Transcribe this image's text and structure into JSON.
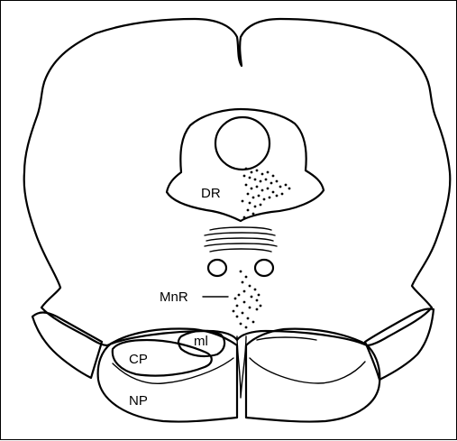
{
  "diagram": {
    "labels": {
      "dr": "DR",
      "mnr": "MnR",
      "ml": "ml",
      "cp": "CP",
      "np": "NP"
    }
  }
}
